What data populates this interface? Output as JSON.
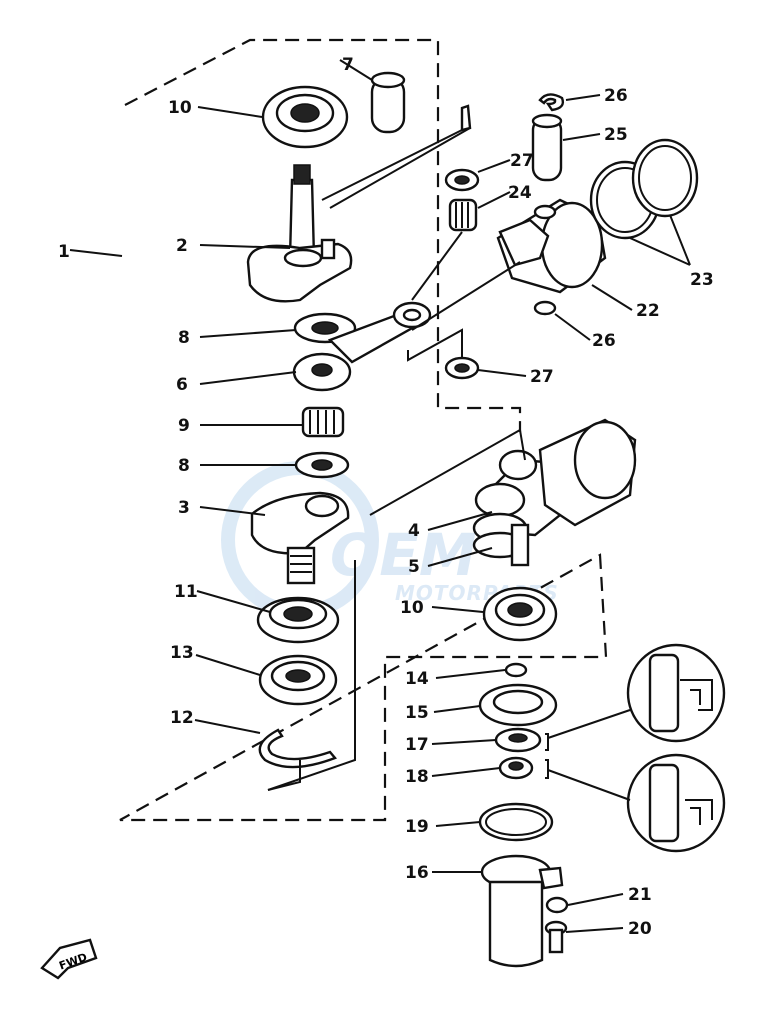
{
  "callouts": {
    "c1": "1",
    "c2": "2",
    "c3": "3",
    "c4": "4",
    "c5": "5",
    "c6": "6",
    "c7": "7",
    "c8a": "8",
    "c8b": "8",
    "c9": "9",
    "c10a": "10",
    "c10b": "10",
    "c11": "11",
    "c12": "12",
    "c13": "13",
    "c14": "14",
    "c15": "15",
    "c16": "16",
    "c17": "17",
    "c18": "18",
    "c19": "19",
    "c20": "20",
    "c21": "21",
    "c22": "22",
    "c23": "23",
    "c24": "24",
    "c25": "25",
    "c26a": "26",
    "c26b": "26",
    "c27a": "27",
    "c27b": "27"
  },
  "watermark": {
    "brand": "OEM",
    "sub": "MOTORPARTS"
  },
  "fwd_label": "FWD",
  "colors": {
    "ink": "#111111",
    "watermark": "#9cc3e6"
  }
}
